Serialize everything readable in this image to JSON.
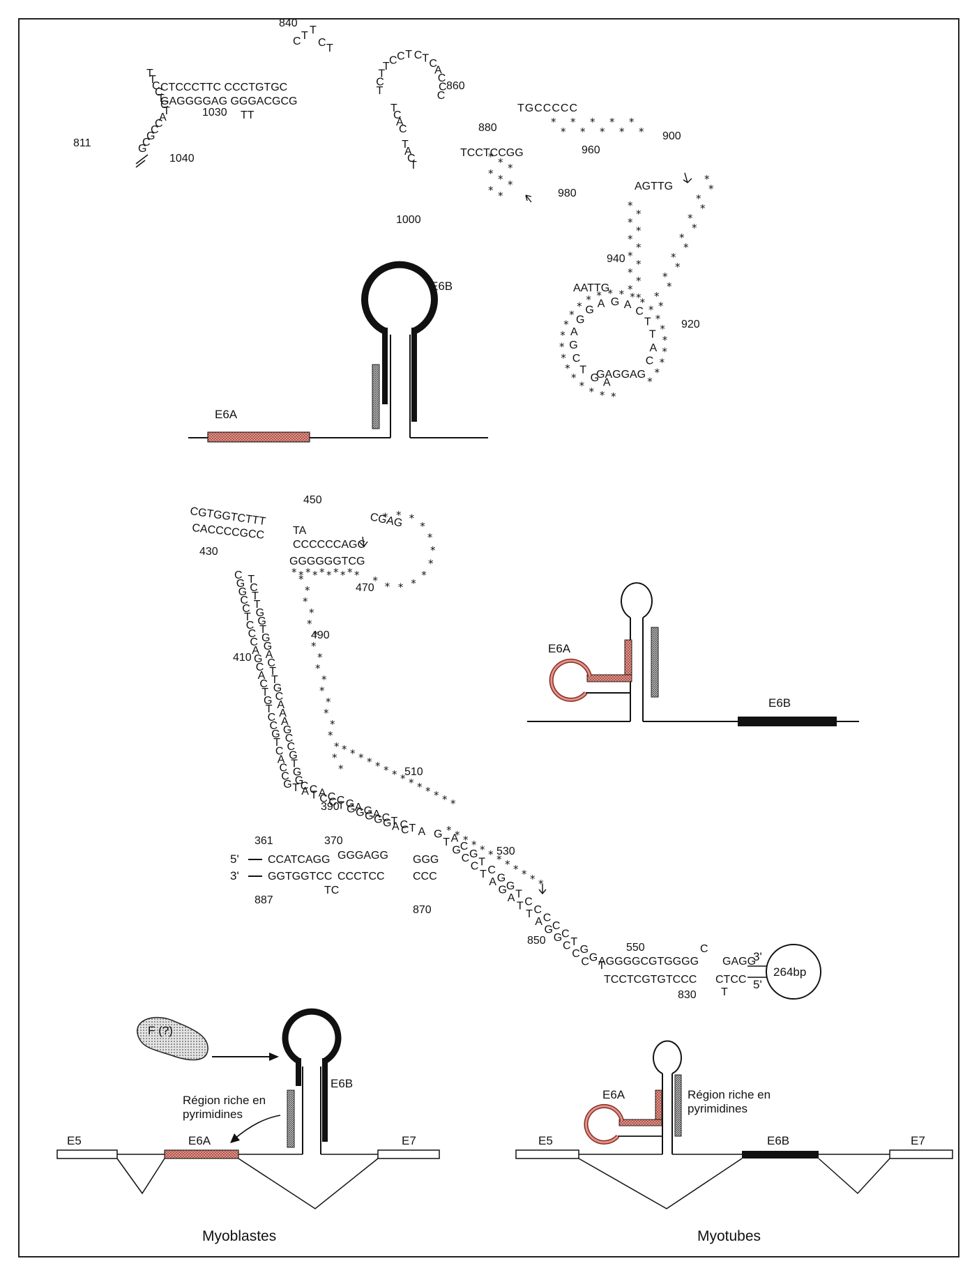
{
  "exon_labels": {
    "E5": "E5",
    "E6A": "E6A",
    "E6B": "E6B",
    "E7": "E7"
  },
  "captions": {
    "left": "Myoblastes",
    "right": "Myotubes"
  },
  "annotations": {
    "factor": "F (?)",
    "pyrimidine_region_line1": "Région riche en",
    "pyrimidine_region_line2": "pyrimidines",
    "loop_size": "264bp",
    "strand_5": "5'",
    "strand_3": "3'"
  },
  "top_structure": {
    "numbers": [
      "840",
      "860",
      "811",
      "1040",
      "1030",
      "880",
      "900",
      "960",
      "980",
      "1000",
      "940",
      "920"
    ],
    "strings": [
      "CTCCCTTC CCCTGTGC",
      "GAGGGGAG GGGACGCG",
      "TT",
      "C A G T",
      "TGCCCCC",
      "TCCTCCGG",
      "AGTTG",
      "AATTG",
      "GAGGAG"
    ],
    "loop_letters": [
      "C",
      "T",
      "T",
      "C",
      "T",
      "T",
      "C",
      "T",
      "T",
      "C",
      "C",
      "T",
      "C",
      "T",
      "C",
      "A",
      "C",
      "C",
      "C",
      "T",
      "C",
      "A",
      "C",
      "T",
      "A",
      "C",
      "T"
    ],
    "big_loop_letters": [
      "A",
      "G",
      "T",
      "C",
      "G",
      "A",
      "G",
      "G",
      "A",
      "G",
      "A",
      "C",
      "T",
      "T",
      "A",
      "C"
    ],
    "left_arm_letters": [
      "T",
      "T",
      "C",
      "C",
      "T",
      "C",
      "T",
      "A",
      "C",
      "C",
      "G",
      "C",
      "G"
    ]
  },
  "middle_structure": {
    "numbers": [
      "450",
      "430",
      "470",
      "490",
      "410",
      "510",
      "390",
      "361",
      "370",
      "530",
      "887",
      "870",
      "850",
      "550",
      "830"
    ],
    "strings": [
      "CGTGGTCTTT",
      "CACCCCGCC",
      "TA",
      "CCCCCCAGC",
      "GGGGGGTCG",
      "CGAG",
      "CCATCAGG",
      "GGGAGG",
      "GGG",
      "GGTGGTCC",
      "CCCTCC",
      "CCC",
      "TC",
      "AGGGGCGTGGGG",
      "GAGG",
      "TCCTCGTGTCCC",
      "CTCC",
      "C",
      "T"
    ],
    "stem_letters": [
      "C",
      "T",
      "G",
      "C",
      "G",
      "T",
      "C",
      "T",
      "C",
      "G",
      "T",
      "G",
      "C",
      "T",
      "C",
      "G",
      "C",
      "G",
      "A",
      "A",
      "G",
      "C",
      "C",
      "T",
      "A",
      "T",
      "C",
      "G",
      "T",
      "C",
      "G",
      "A",
      "T",
      "A",
      "C",
      "A",
      "C",
      "G",
      "G",
      "C",
      "T",
      "C",
      "C",
      "G",
      "A",
      "T",
      "C",
      "G",
      "C",
      "G",
      "G",
      "C",
      "T",
      "C",
      "A",
      "A",
      "T",
      "C",
      "C",
      "C",
      "C",
      "G",
      "T",
      "A",
      "G",
      "G",
      "G",
      "A",
      "G",
      "C",
      "G",
      "T",
      "G",
      "C",
      "A",
      "T",
      "C",
      "A",
      "G",
      "A",
      "T",
      "C",
      "G",
      "G",
      "C",
      "T",
      "C",
      "C",
      "T",
      "G",
      "A",
      "G",
      "G",
      "T",
      "A",
      "C",
      "T",
      "C",
      "T",
      "C",
      "A",
      "C",
      "G",
      "C",
      "G",
      "T",
      "C",
      "G",
      "C",
      "G",
      "C",
      "T"
    ]
  }
}
